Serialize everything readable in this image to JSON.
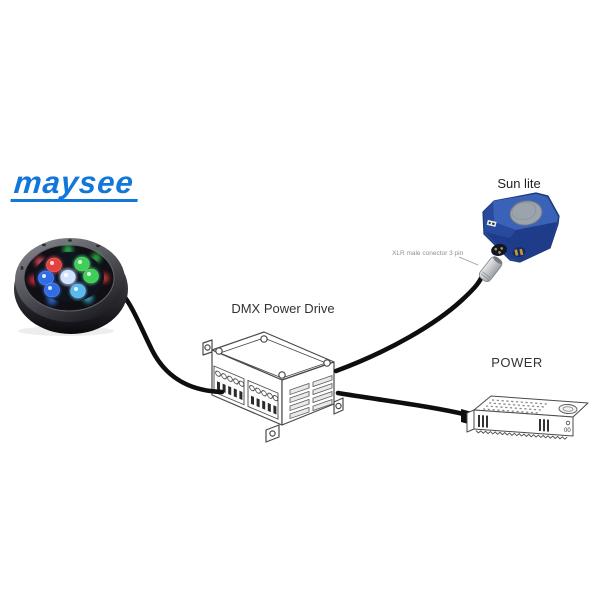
{
  "page": {
    "background_color": "#ffffff"
  },
  "brand": {
    "logo_text": "maysee",
    "logo_color": "#1277d8"
  },
  "diagram": {
    "dmx_label": "DMX Power Drive",
    "sunlite_label": "Sun lite",
    "power_label": "POWER",
    "xlr_note": "XLR male conector 3 pin"
  },
  "led_light": {
    "colors": {
      "red": "#e8413c",
      "green": "#3ecf57",
      "blue": "#2f6ce8",
      "cyan": "#58b8f0",
      "center": "#cfe2ff"
    }
  },
  "sunlite_device": {
    "body_color": "#2a4f9e"
  },
  "connections": [
    {
      "from": "led-underwater-light",
      "to": "dmx-power-drive"
    },
    {
      "from": "dmx-power-drive",
      "to": "sunlite-controller"
    },
    {
      "from": "dmx-power-drive",
      "to": "power-supply"
    }
  ]
}
